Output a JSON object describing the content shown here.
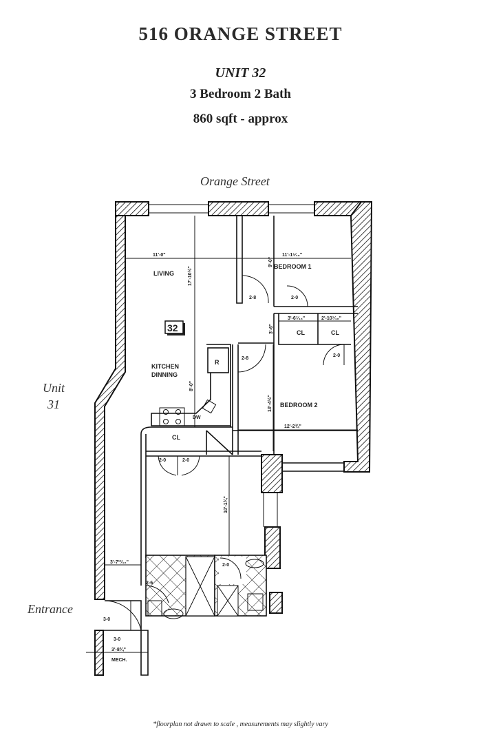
{
  "header": {
    "title": "516 ORANGE STREET",
    "unit": "UNIT  32",
    "layout": "3 Bedroom 2 Bath",
    "area": "860 sqft - approx"
  },
  "context_labels": {
    "street": "Orange Street",
    "neighbor_unit_line1": "Unit",
    "neighbor_unit_line2": "31",
    "entrance": "Entrance"
  },
  "plan": {
    "unit_badge": "32",
    "rooms": {
      "living": "LIVING",
      "bedroom1": "BEDROOM 1",
      "bedroom2": "BEDROOM 2",
      "kitchen1": "KITCHEN",
      "kitchen2": "DINNING",
      "closet": "CL",
      "fridge": "R",
      "dishwasher": "DW",
      "mech": "MECH."
    },
    "dimensions": {
      "living_width": "11'-0\"",
      "living_depth": "17'-10½\"",
      "bedroom1_width": "11'-1⁵⁄₁₆\"",
      "bedroom1_depth": "9'-0\"",
      "closet1_width": "3'-6⁷⁄₁₆\"",
      "closet2_width": "2'-10⁷⁄₁₆\"",
      "closet_depth": "3'-6\"",
      "kitchen_depth": "8'-0\"",
      "bedroom2_width": "12'-2¾\"",
      "bedroom2_depth": "10'-4½\"",
      "bedroom3_depth": "10'-1¾\"",
      "hall_width": "3'-7¹³⁄₁₆\"",
      "mech_width": "3'-8¾\""
    },
    "doors": {
      "living_bed1": "2-8",
      "bed1": "2-0",
      "bed2": "2-8",
      "closet_bed2": "2-0",
      "cl_left": "2-0",
      "cl_right": "2-0",
      "bath1": "2-6",
      "bath2": "2-0",
      "entrance": "3-0",
      "mech": "3-0"
    }
  },
  "footnote": "*floorplan not drawn to scale , measurements may slightly vary"
}
